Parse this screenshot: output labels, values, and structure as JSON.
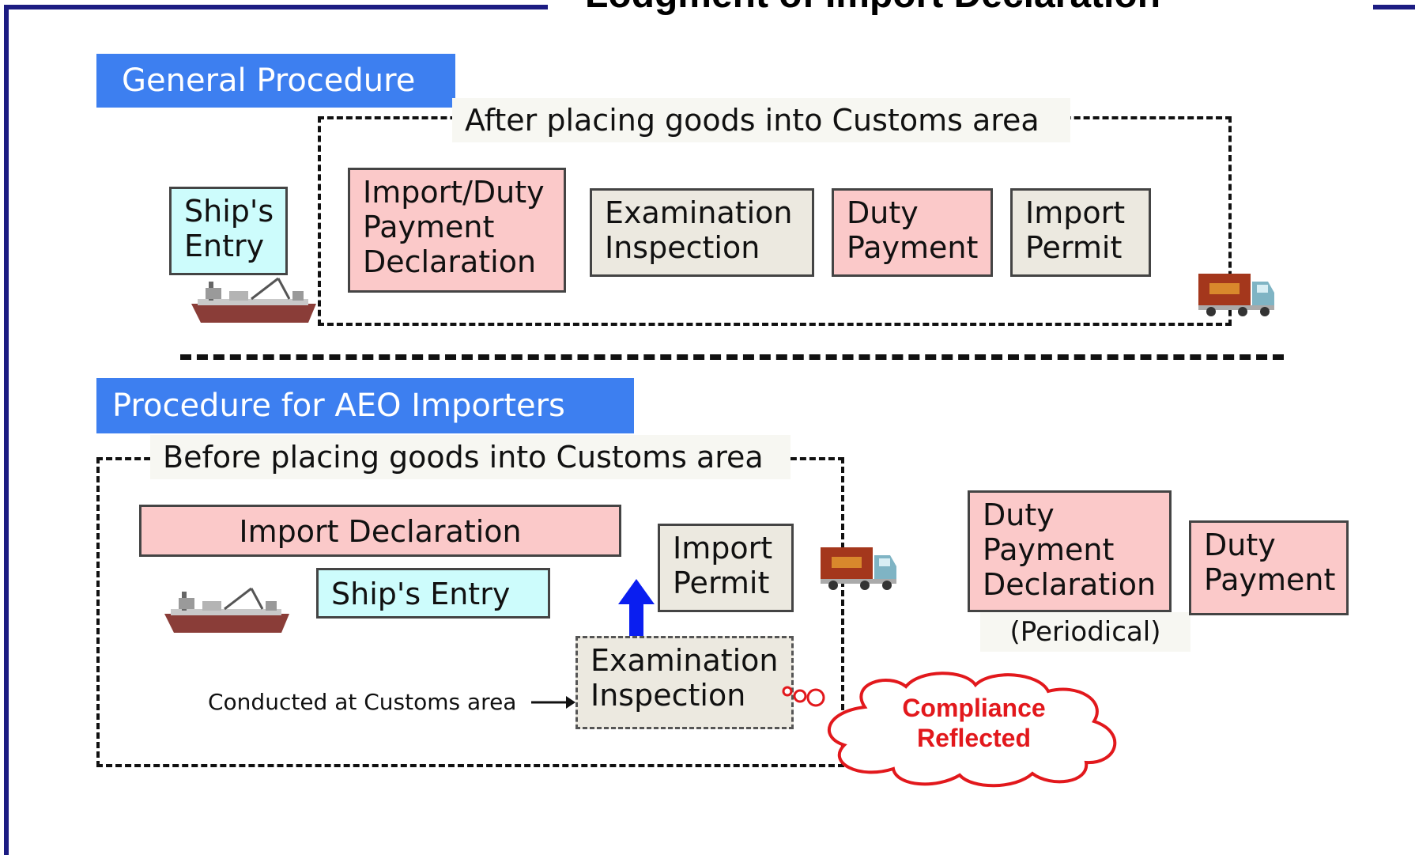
{
  "title": "Lodgment of Import Declaration",
  "general": {
    "heading": "General Procedure",
    "caption": "After placing goods into Customs area",
    "ships_entry": "Ship's\nEntry",
    "steps": [
      "Import/Duty\nPayment\nDeclaration",
      "Examination\nInspection",
      "Duty\nPayment",
      "Import\nPermit"
    ]
  },
  "aeo": {
    "heading": "Procedure for AEO Importers",
    "caption": "Before placing goods into Customs area",
    "import_declaration": "Import Declaration",
    "ships_entry": "Ship's Entry",
    "import_permit": "Import\nPermit",
    "examination": "Examination\nInspection",
    "conducted_note": "Conducted at Customs area",
    "duty_payment_declaration": "Duty\nPayment\nDeclaration",
    "periodical": "(Periodical)",
    "duty_payment": "Duty\nPayment",
    "compliance": "Compliance\nReflected"
  },
  "colors": {
    "frame": "#1c1c82",
    "section": "#3d7ff0",
    "pink": "#fbc9c9",
    "cyan": "#cdfcfc",
    "grey": "#ece9e0",
    "cloud": "#e2181c",
    "arrow": "#0a1ef0"
  }
}
